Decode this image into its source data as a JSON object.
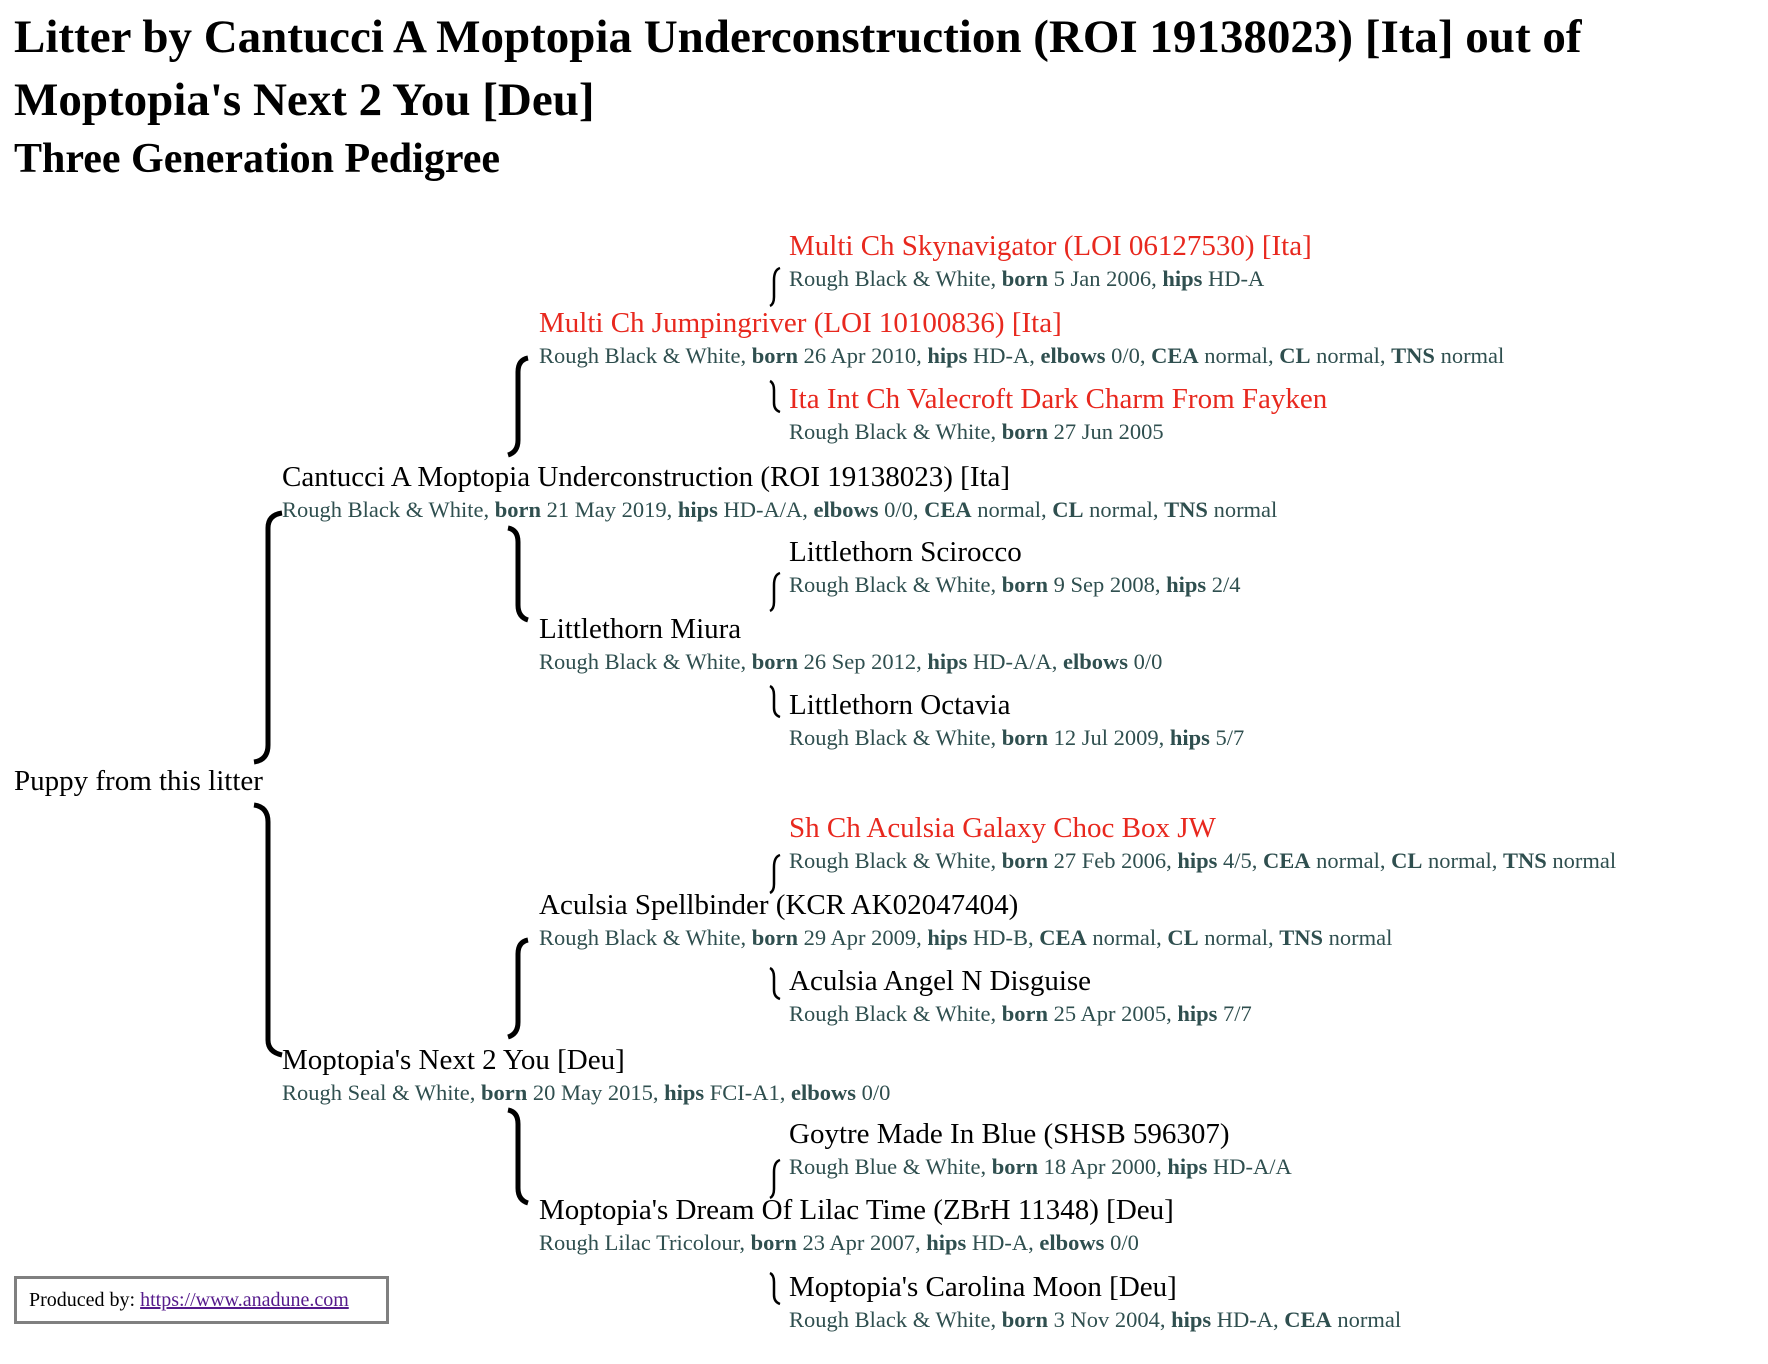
{
  "title": "Litter by Cantucci A Moptopia Underconstruction (ROI 19138023) [Ita] out of Moptopia's Next 2 You [Deu]",
  "subtitle": "Three Generation Pedigree",
  "labels": {
    "born": "born",
    "hips": "hips",
    "elbows": "elbows",
    "cea": "CEA",
    "cl": "CL",
    "tns": "TNS"
  },
  "subject": "Puppy from this litter",
  "dogs": {
    "sire": {
      "name": "Cantucci A Moptopia Underconstruction (ROI 19138023) [Ita]",
      "champion": false,
      "coat": "Rough Black & White",
      "born": "21 May 2019",
      "hips": "HD-A/A",
      "elbows": "0/0",
      "cea": "normal",
      "cl": "normal",
      "tns": "normal"
    },
    "sire_sire": {
      "name": "Multi Ch Jumpingriver (LOI 10100836) [Ita]",
      "champion": true,
      "coat": "Rough Black & White",
      "born": "26 Apr 2010",
      "hips": "HD-A",
      "elbows": "0/0",
      "cea": "normal",
      "cl": "normal",
      "tns": "normal"
    },
    "sire_sire_sire": {
      "name": "Multi Ch Skynavigator (LOI 06127530) [Ita]",
      "champion": true,
      "coat": "Rough Black & White",
      "born": "5 Jan 2006",
      "hips": "HD-A"
    },
    "sire_sire_dam": {
      "name": "Ita Int Ch Valecroft Dark Charm From Fayken",
      "champion": true,
      "coat": "Rough Black & White",
      "born": "27 Jun 2005"
    },
    "sire_dam": {
      "name": "Littlethorn Miura",
      "champion": false,
      "coat": "Rough Black & White",
      "born": "26 Sep 2012",
      "hips": "HD-A/A",
      "elbows": "0/0"
    },
    "sire_dam_sire": {
      "name": "Littlethorn Scirocco",
      "champion": false,
      "coat": "Rough Black & White",
      "born": "9 Sep 2008",
      "hips": "2/4"
    },
    "sire_dam_dam": {
      "name": "Littlethorn Octavia",
      "champion": false,
      "coat": "Rough Black & White",
      "born": "12 Jul 2009",
      "hips": "5/7"
    },
    "dam": {
      "name": "Moptopia's Next 2 You [Deu]",
      "champion": false,
      "coat": "Rough Seal & White",
      "born": "20 May 2015",
      "hips": "FCI-A1",
      "elbows": "0/0"
    },
    "dam_sire": {
      "name": "Aculsia Spellbinder (KCR AK02047404)",
      "champion": false,
      "coat": "Rough Black & White",
      "born": "29 Apr 2009",
      "hips": "HD-B",
      "cea": "normal",
      "cl": "normal",
      "tns": "normal"
    },
    "dam_sire_sire": {
      "name": "Sh Ch Aculsia Galaxy Choc Box JW",
      "champion": true,
      "coat": "Rough Black & White",
      "born": "27 Feb 2006",
      "hips": "4/5",
      "cea": "normal",
      "cl": "normal",
      "tns": "normal"
    },
    "dam_sire_dam": {
      "name": "Aculsia Angel N Disguise",
      "champion": false,
      "coat": "Rough Black & White",
      "born": "25 Apr 2005",
      "hips": "7/7"
    },
    "dam_dam": {
      "name": "Moptopia's Dream Of Lilac Time (ZBrH 11348) [Deu]",
      "champion": false,
      "coat": "Rough Lilac Tricolour",
      "born": "23 Apr 2007",
      "hips": "HD-A",
      "elbows": "0/0"
    },
    "dam_dam_sire": {
      "name": "Goytre Made In Blue (SHSB 596307)",
      "champion": false,
      "coat": "Rough Blue & White",
      "born": "18 Apr 2000",
      "hips": "HD-A/A"
    },
    "dam_dam_dam": {
      "name": "Moptopia's Carolina Moon [Deu]",
      "champion": false,
      "coat": "Rough Black & White",
      "born": "3 Nov 2004",
      "hips": "HD-A",
      "cea": "normal"
    }
  },
  "producer": {
    "label": "Produced by:",
    "link_text": "https://www.anadune.com"
  }
}
